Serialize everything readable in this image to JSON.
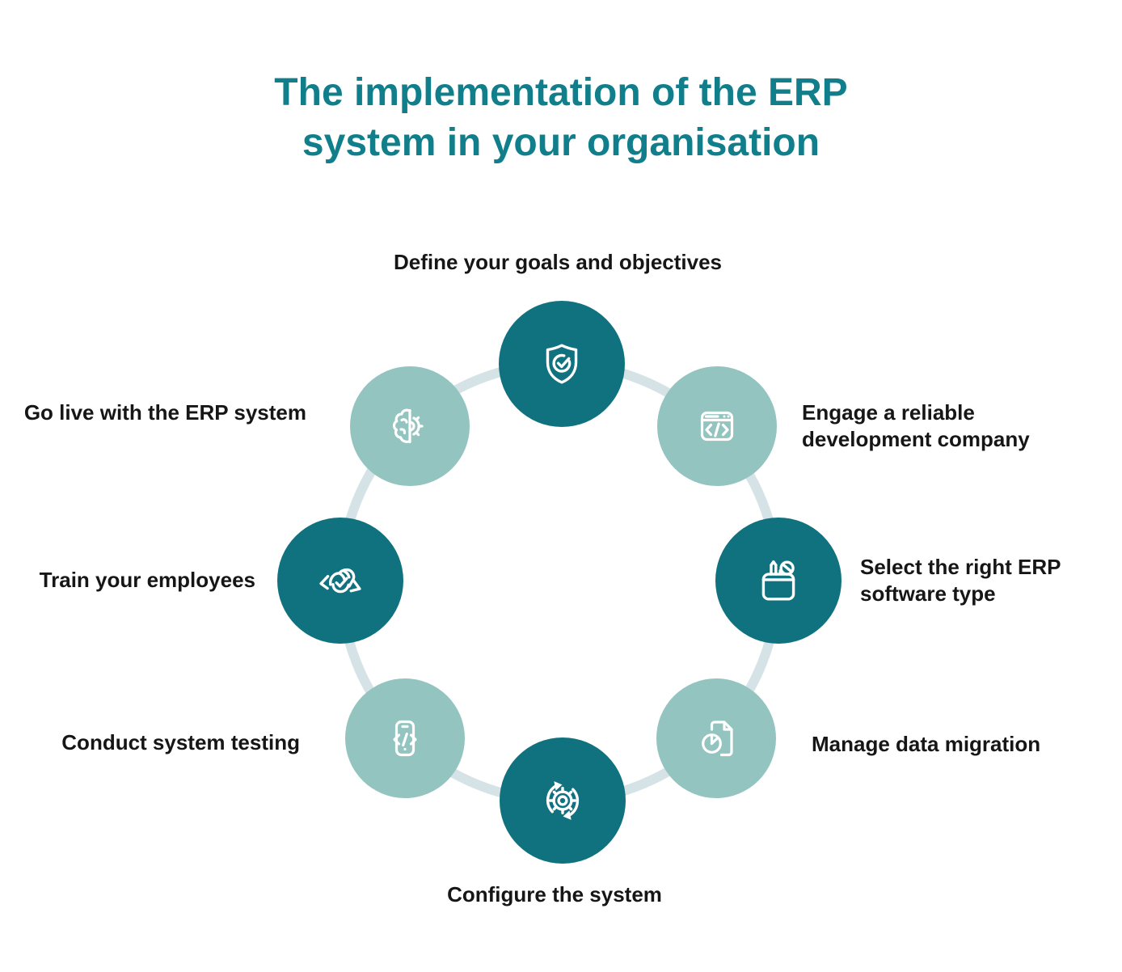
{
  "title": {
    "line1": "The implementation of the ERP",
    "line2": "system in your organisation"
  },
  "colors": {
    "title_text": "#117F8B",
    "dark_circle": "#10727F",
    "light_circle": "#93C4C0",
    "connector_ring": "#D5E3E6",
    "label_text": "#161616",
    "icon_stroke": "#FFFFFF"
  },
  "steps": [
    {
      "label": "Define your goals and objectives",
      "icon": "shield-check-icon",
      "tone": "dark",
      "position": "top"
    },
    {
      "label": "Engage a reliable development company",
      "icon": "browser-code-icon",
      "tone": "light",
      "position": "top-right"
    },
    {
      "label": "Select the right ERP software type",
      "icon": "toolbox-icon",
      "tone": "dark",
      "position": "right"
    },
    {
      "label": "Manage data migration",
      "icon": "document-pie-icon",
      "tone": "light",
      "position": "bottom-right"
    },
    {
      "label": "Configure the system",
      "icon": "gear-sync-icon",
      "tone": "dark",
      "position": "bottom"
    },
    {
      "label": "Conduct system testing",
      "icon": "phone-code-icon",
      "tone": "light",
      "position": "bottom-left"
    },
    {
      "label": "Train your employees",
      "icon": "hands-icon",
      "tone": "dark",
      "position": "left"
    },
    {
      "label": "Go live with the ERP system",
      "icon": "brain-gear-icon",
      "tone": "light",
      "position": "top-left"
    }
  ]
}
